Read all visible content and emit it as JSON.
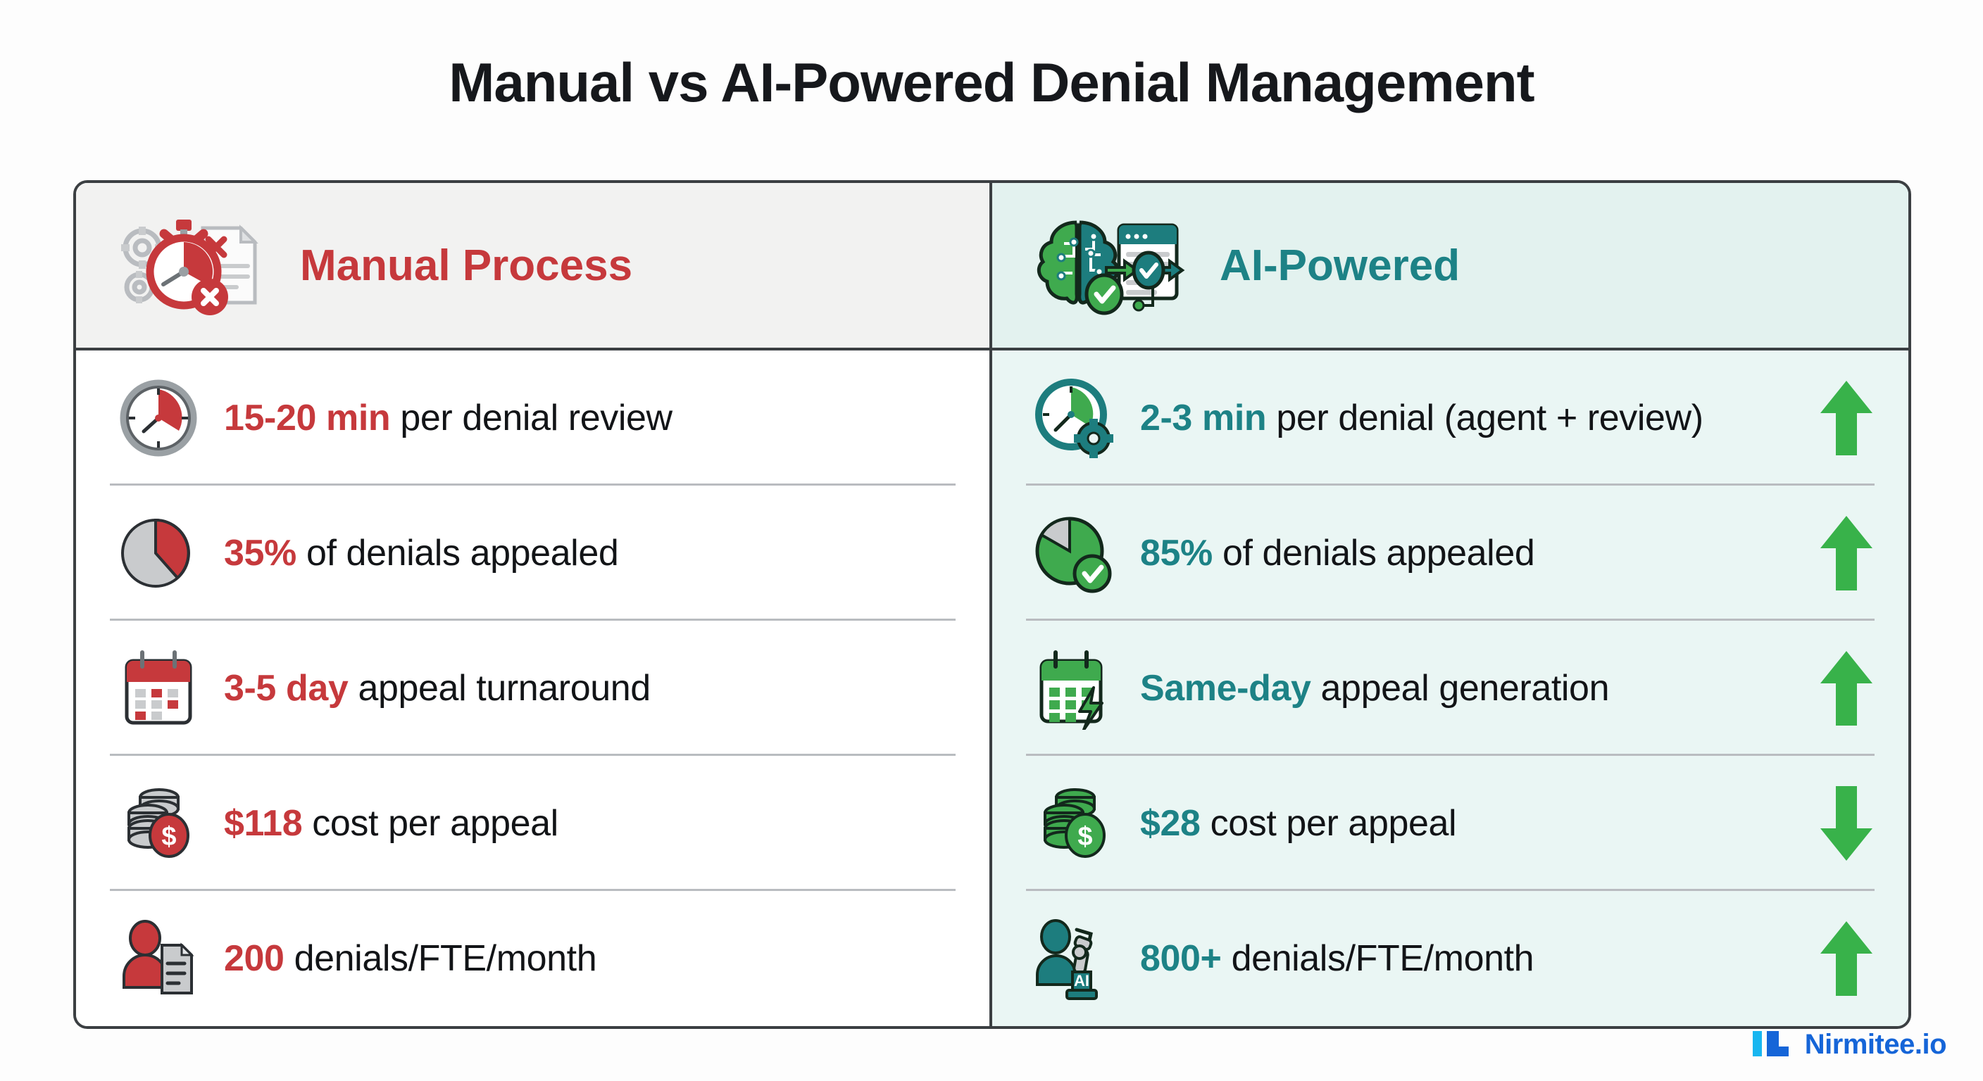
{
  "page": {
    "title": "Manual vs AI-Powered Denial Management"
  },
  "colors": {
    "manual_accent": "#c6393c",
    "ai_accent": "#1d8286",
    "trend_up": "#38b24a",
    "trend_down": "#38b24a",
    "panel_border": "#3b3f42",
    "manual_header_bg": "#f2f2f1",
    "ai_header_bg": "#e3f2ef",
    "ai_body_bg": "#eaf6f4",
    "brand_blue": "#1565d8",
    "brand_cyan": "#18b6f0"
  },
  "columns": [
    {
      "id": "manual",
      "header_label": "Manual Process",
      "header_icon": "stopwatch-gears-document-icon",
      "rows": [
        {
          "icon": "clock-icon",
          "value": "15-20 min",
          "label": " per denial review"
        },
        {
          "icon": "pie-chart-icon",
          "value": "35%",
          "label": " of denials appealed"
        },
        {
          "icon": "calendar-icon",
          "value": "3-5 day",
          "label": " appeal turnaround"
        },
        {
          "icon": "coins-dollar-icon",
          "value": "$118",
          "label": " cost per appeal"
        },
        {
          "icon": "person-document-icon",
          "value": "200",
          "label": " denials/FTE/month"
        }
      ]
    },
    {
      "id": "ai",
      "header_label": "AI-Powered",
      "header_icon": "brain-circuit-checkmark-icon",
      "rows": [
        {
          "icon": "clock-gear-icon",
          "value": "2-3 min",
          "label": " per denial (agent + review)",
          "trend": "arrow-up-icon"
        },
        {
          "icon": "pie-chart-check-icon",
          "value": "85%",
          "label": " of denials appealed",
          "trend": "arrow-up-icon"
        },
        {
          "icon": "calendar-bolt-icon",
          "value": "Same-day",
          "label": " appeal generation",
          "trend": "arrow-up-icon"
        },
        {
          "icon": "coins-dollar-icon",
          "value": "$28",
          "label": " cost per appeal",
          "trend": "arrow-down-icon"
        },
        {
          "icon": "robot-arm-ai-icon",
          "value": "800+",
          "label": " denials/FTE/month",
          "trend": "arrow-up-icon"
        }
      ]
    }
  ],
  "footer": {
    "brand_name": "Nirmitee.io",
    "brand_mark": "nirmitee-logo-icon"
  }
}
